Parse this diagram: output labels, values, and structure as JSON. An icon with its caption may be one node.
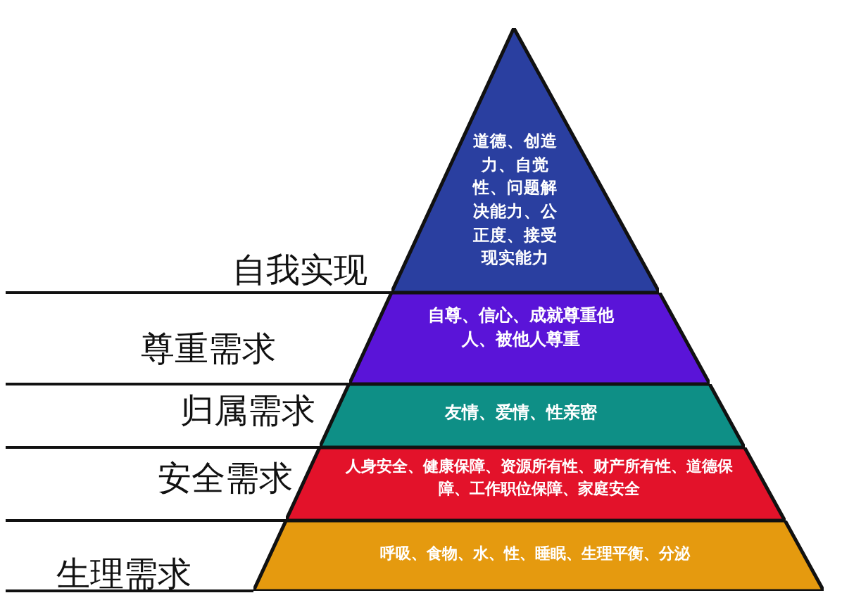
{
  "diagram": {
    "nodes": [
      {
        "text": [
          "道德、创造力、自觉性、问题解决能力、公正度、接受现实能力"
        ],
        "beside": [
          "自我实现"
        ]
      },
      {
        "text": [
          "自尊、信心、成就尊重他人、被他人尊重"
        ],
        "beside": [
          "尊重需求"
        ]
      },
      {
        "text": [
          "友情、爱情、性亲密"
        ],
        "beside": [
          "归属需求"
        ]
      },
      {
        "text": [
          "人身安全、健康保障、资源所有性、财产所有性、道德保障、工作职位保障、家庭安全"
        ],
        "beside": [
          "安全需求"
        ]
      },
      {
        "text": [
          "呼吸、食物、水、性、睡眠、生理平衡、分泌"
        ],
        "beside": [
          "生理需求"
        ]
      }
    ],
    "edges": []
  }
}
